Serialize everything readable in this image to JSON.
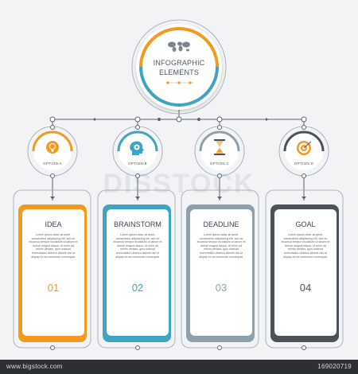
{
  "colors": {
    "orange": "#f39a1e",
    "blue": "#3fa3c4",
    "gray": "#8fa0ad",
    "dark": "#4b5359",
    "line": "#5c6670",
    "footer_bg": "#2c2f33"
  },
  "hub": {
    "title_line1": "INFOGRAPHIC",
    "title_line2": "ELEMENTS",
    "icon": "world-map-icon"
  },
  "options": [
    {
      "label": "OPTION A",
      "icon": "lightbulb-icon"
    },
    {
      "label": "OPTION B",
      "icon": "head-gear-icon"
    },
    {
      "label": "OPTION C",
      "icon": "hourglass-icon"
    },
    {
      "label": "OPTION D",
      "icon": "target-icon"
    }
  ],
  "cards": [
    {
      "title": "IDEA",
      "number": "01",
      "text": "Lorem ipsum dolor sit amet, consectetur adipisicing elit, sed do eiusmod tempor incididunt ut labore et dolore magna aliqua. Ut enim ad minim veniam, quis nostrud exercitation ullamco laboris nisi ut aliquip ex ea commodo consequat."
    },
    {
      "title": "BRAINSTORM",
      "number": "02",
      "text": "Lorem ipsum dolor sit amet, consectetur adipisicing elit, sed do eiusmod tempor incididunt ut labore et dolore magna aliqua. Ut enim ad minim veniam, quis nostrud exercitation ullamco laboris nisi ut aliquip ex ea commodo consequat."
    },
    {
      "title": "DEADLINE",
      "number": "03",
      "text": "Lorem ipsum dolor sit amet, consectetur adipisicing elit, sed do eiusmod tempor incididunt ut labore et dolore magna aliqua. Ut enim ad minim veniam, quis nostrud exercitation ullamco laboris nisi ut aliquip ex ea commodo consequat."
    },
    {
      "title": "GOAL",
      "number": "04",
      "text": "Lorem ipsum dolor sit amet, consectetur adipisicing elit, sed do eiusmod tempor incididunt ut labore et dolore magna aliqua. Ut enim ad minim veniam, quis nostrud exercitation ullamco laboris nisi ut aliquip ex ea commodo consequat."
    }
  ],
  "watermark": "DISSTOCK",
  "footer": {
    "site": "www.bigstock.com",
    "id": "169020719"
  }
}
